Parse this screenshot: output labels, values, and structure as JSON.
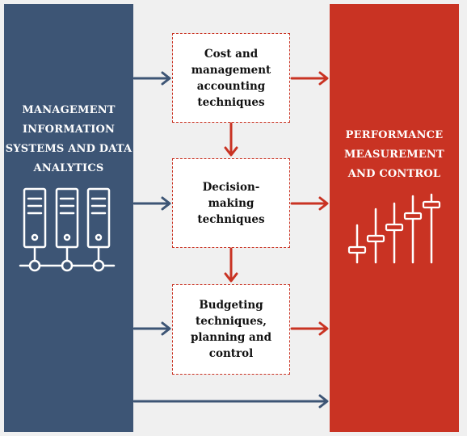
{
  "left_panel": {
    "title": "MANAGEMENT INFORMATION SYSTEMS AND DATA ANALYTICS",
    "icon": "server-rack-icon",
    "color": "#3d5575"
  },
  "right_panel": {
    "title": "PERFORMANCE MEASUREMENT AND CONTROL",
    "icon": "sliders-icon",
    "color": "#c93323"
  },
  "boxes": [
    {
      "label": "Cost and management accounting techniques"
    },
    {
      "label": "Decision-making techniques"
    },
    {
      "label": "Budgeting techniques, planning and control"
    }
  ],
  "colors": {
    "background": "#f0f0f0",
    "blue_arrow": "#3d5575",
    "red_arrow": "#c93323"
  }
}
